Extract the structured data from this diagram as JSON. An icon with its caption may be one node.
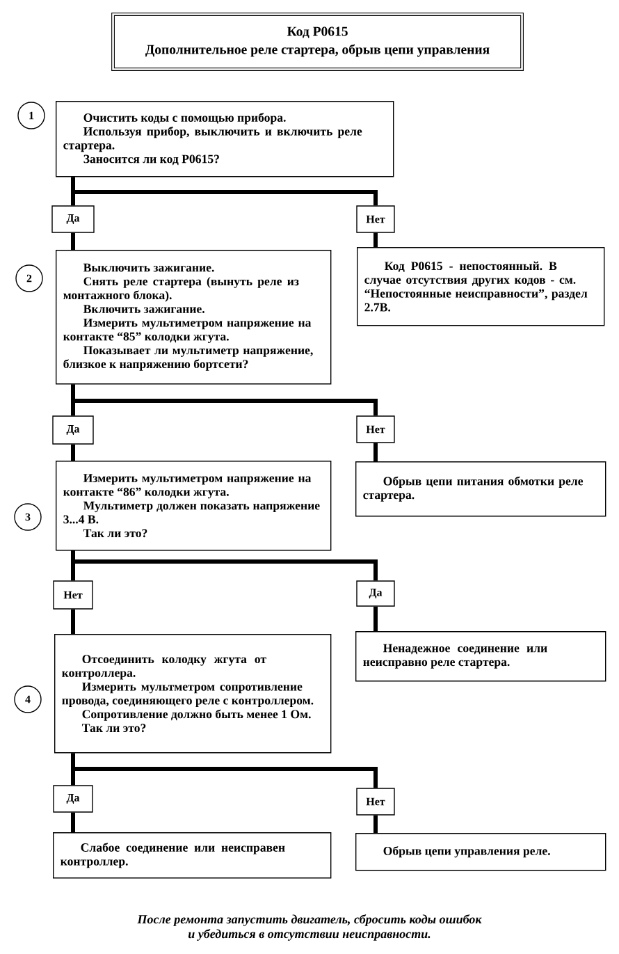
{
  "diagram": {
    "nodes": [
      {
        "text": [
          "Код P0615",
          "Дополнительное реле стартера, обрыв цепи управления"
        ]
      },
      {
        "text": [
          "1"
        ]
      },
      {
        "text": [
          "Очистить коды с помощью прибора.",
          "Используя прибор, выключить и включить реле стартера.",
          "Заносится ли код P0615?"
        ]
      },
      {
        "text": [
          "Да"
        ]
      },
      {
        "text": [
          "Нет"
        ]
      },
      {
        "text": [
          "2"
        ]
      },
      {
        "text": [
          "Выключить зажигание.",
          "Снять реле стартера (вынуть реле из монтажного блока).",
          "Включить зажигание.",
          "Измерить мультиметром напряжение на контакте “85” колодки жгута.",
          "Показывает ли мультиметр напряжение, близкое к напряжению бортсети?"
        ]
      },
      {
        "text": [
          "Код P0615 - непостоянный. В случае отсутствия других кодов - см. “Непостоянные неисправности”, раздел 2.7В."
        ]
      },
      {
        "text": [
          "Да"
        ]
      },
      {
        "text": [
          "Нет"
        ]
      },
      {
        "text": [
          "3"
        ]
      },
      {
        "text": [
          "Измерить мультиметром напряжение на контакте “86” колодки жгута.",
          "Мультиметр должен показать напряжение 3...4 В.",
          "Так ли это?"
        ]
      },
      {
        "text": [
          "Обрыв цепи питания обмотки реле стартера."
        ]
      },
      {
        "text": [
          "Нет"
        ]
      },
      {
        "text": [
          "Да"
        ]
      },
      {
        "text": [
          "4"
        ]
      },
      {
        "text": [
          "Отсоединить колодку жгута от контроллера.",
          "Измерить мультметром сопротивление провода, соединяющего реле с контроллером.",
          "Сопротивление должно быть менее 1 Ом.",
          "Так ли это?"
        ]
      },
      {
        "text": [
          "Ненадежное соединение или неисправно реле стартера."
        ]
      },
      {
        "text": [
          "Да"
        ]
      },
      {
        "text": [
          "Нет"
        ]
      },
      {
        "text": [
          "Слабое соединение или неисправен контроллер."
        ]
      },
      {
        "text": [
          "Обрыв цепи управления реле."
        ]
      }
    ],
    "edges": [
      {
        "from": 2,
        "to": 3,
        "arrow": "none"
      },
      {
        "from": 2,
        "to": 4,
        "arrow": "none"
      },
      {
        "from": 3,
        "to": 6,
        "arrow": "none"
      },
      {
        "from": 4,
        "to": 7,
        "arrow": "none"
      },
      {
        "from": 6,
        "to": 8,
        "arrow": "none"
      },
      {
        "from": 6,
        "to": 9,
        "arrow": "none"
      },
      {
        "from": 8,
        "to": 11,
        "arrow": "none"
      },
      {
        "from": 9,
        "to": 12,
        "arrow": "none"
      },
      {
        "from": 11,
        "to": 13,
        "arrow": "none"
      },
      {
        "from": 11,
        "to": 14,
        "arrow": "none"
      },
      {
        "from": 13,
        "to": 16,
        "arrow": "none"
      },
      {
        "from": 14,
        "to": 17,
        "arrow": "none"
      },
      {
        "from": 16,
        "to": 18,
        "arrow": "none"
      },
      {
        "from": 16,
        "to": 19,
        "arrow": "none"
      },
      {
        "from": 18,
        "to": 20,
        "arrow": "none"
      },
      {
        "from": 19,
        "to": 21,
        "arrow": "none"
      }
    ],
    "caption": "После ремонта запустить двигатель, сбросить коды ошибок и убедиться в отсутствии неисправности."
  }
}
